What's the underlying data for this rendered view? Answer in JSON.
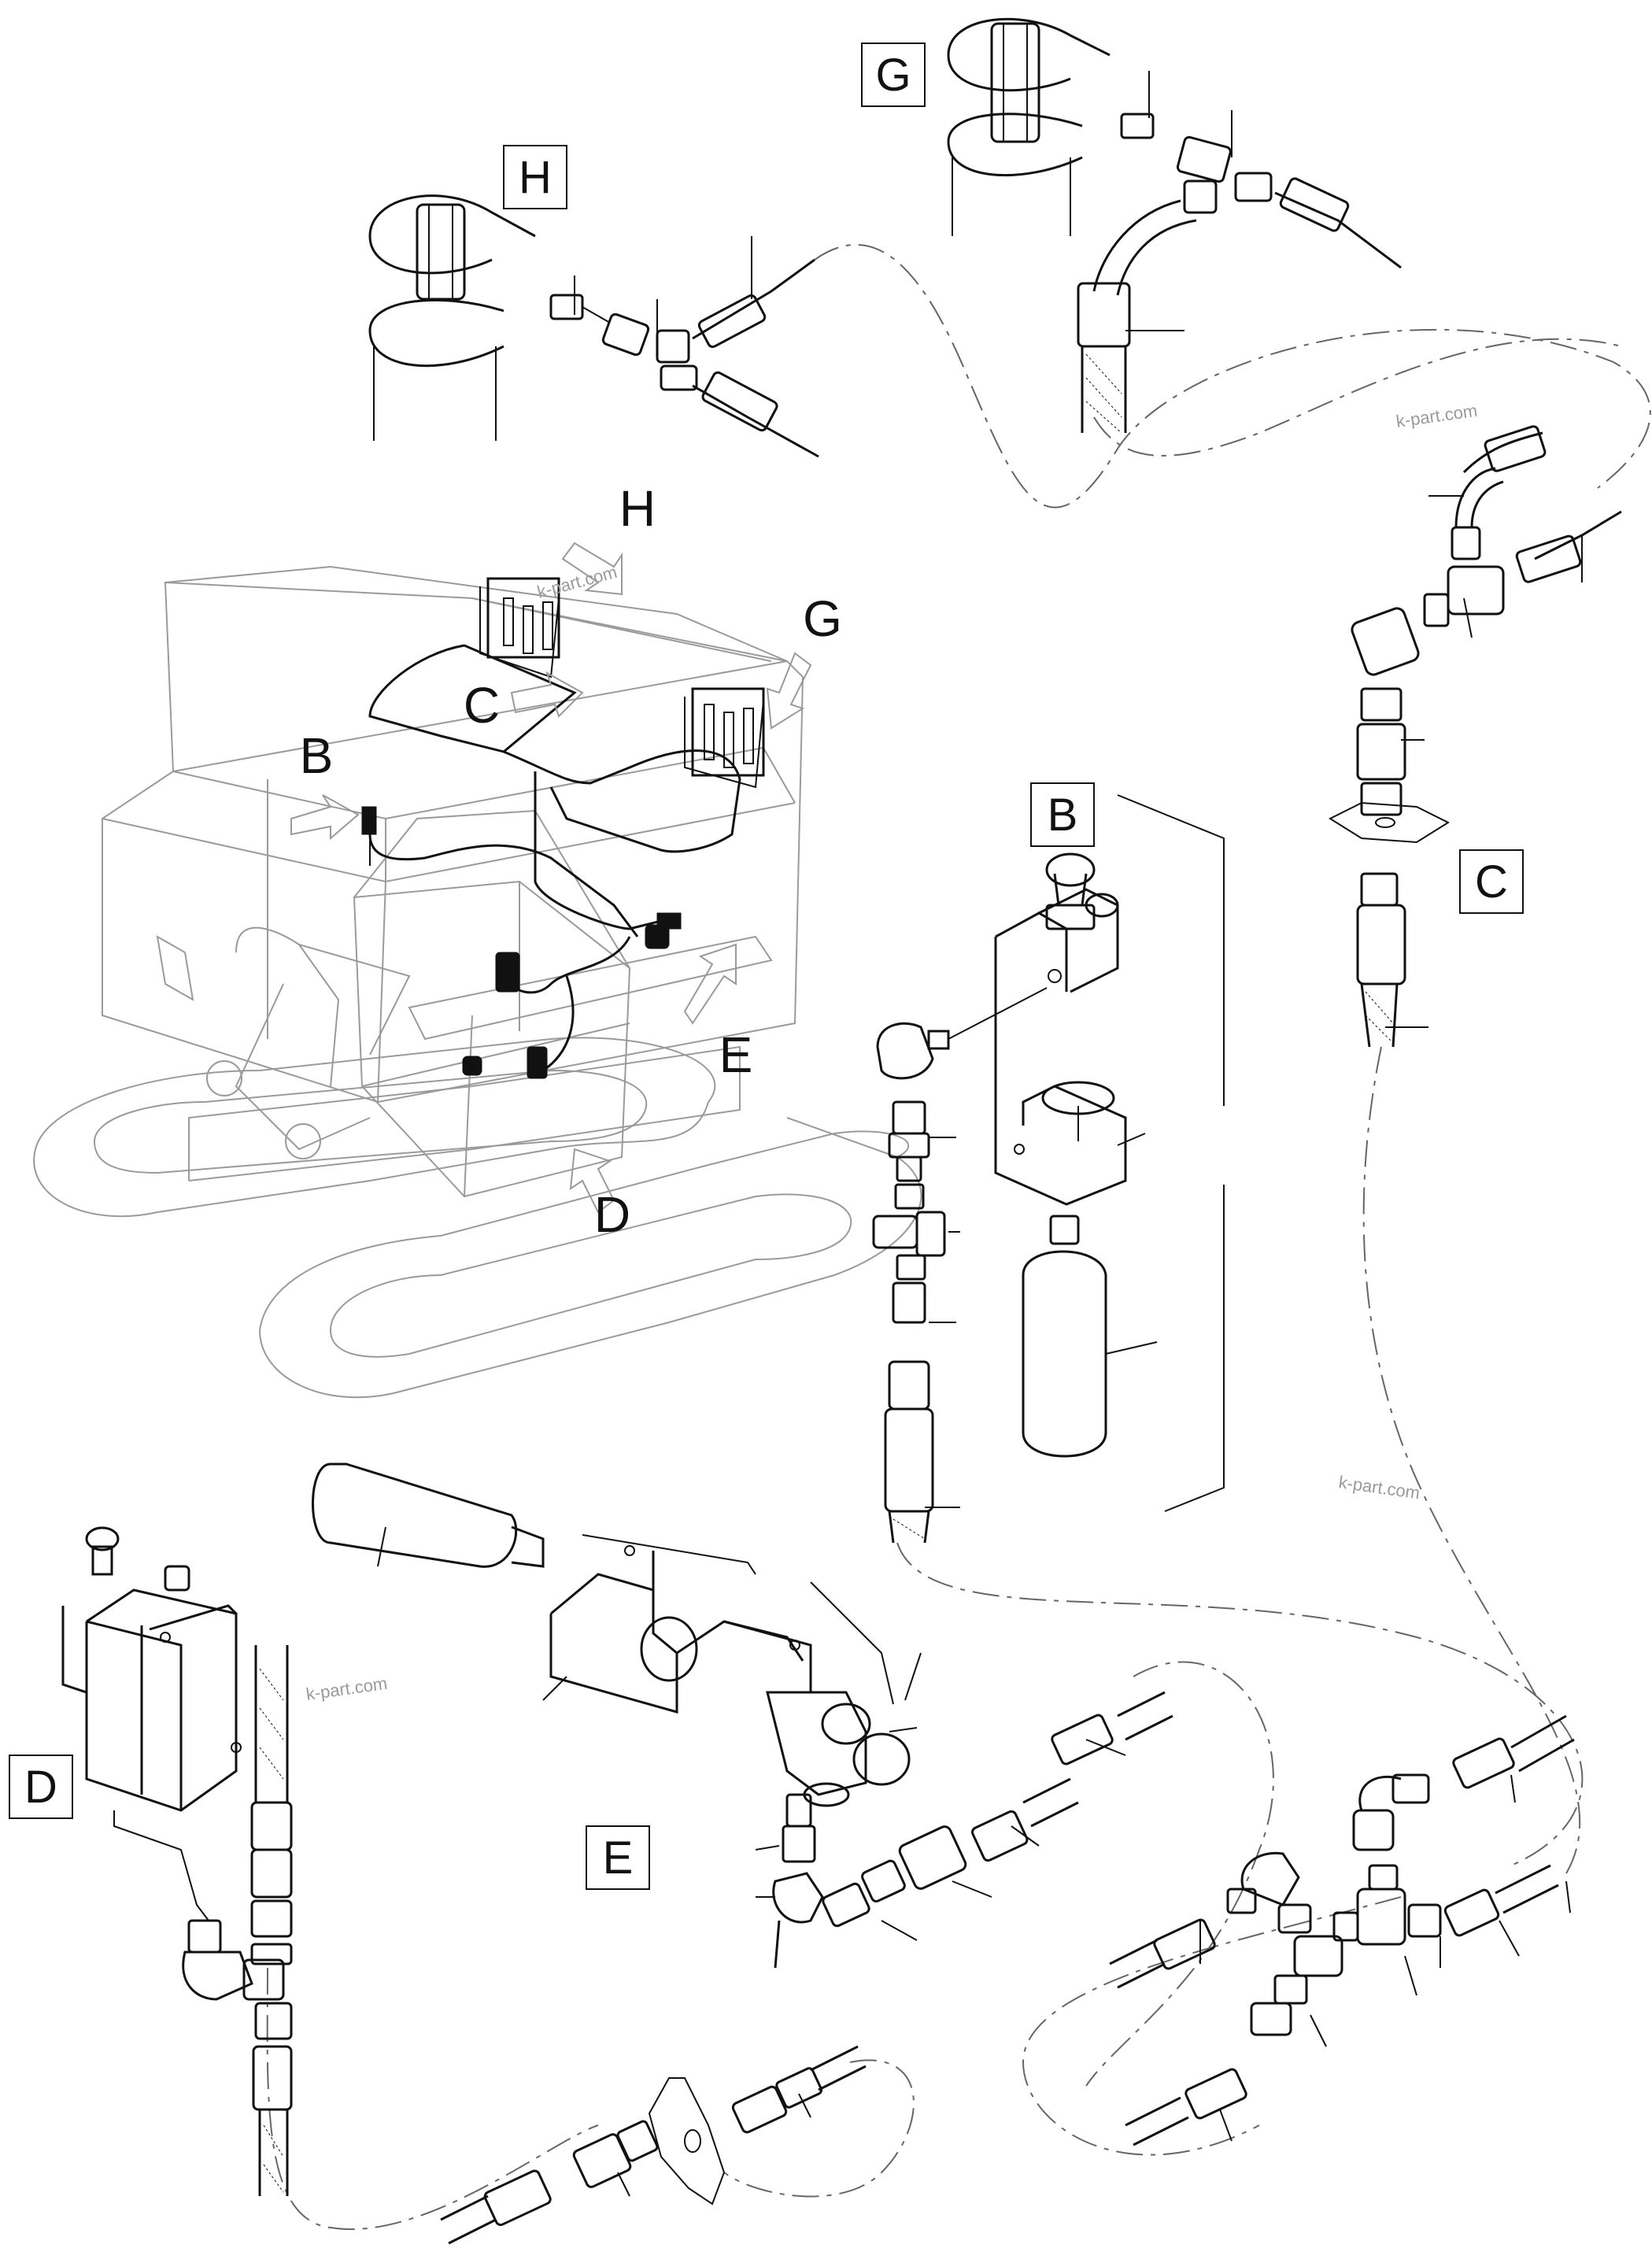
{
  "callouts": {
    "g_top": "G",
    "h_top": "H",
    "h_machine": "H",
    "g_machine": "G",
    "c_machine": "C",
    "b_machine": "B",
    "e_machine": "E",
    "d_machine": "D",
    "b_detail": "B",
    "c_detail": "C",
    "d_detail": "D",
    "e_detail": "E"
  },
  "watermarks": {
    "wm1": "k-part.com",
    "wm2": "k-part.com",
    "wm3": "k-part.com",
    "wm4": "k-part.com"
  }
}
